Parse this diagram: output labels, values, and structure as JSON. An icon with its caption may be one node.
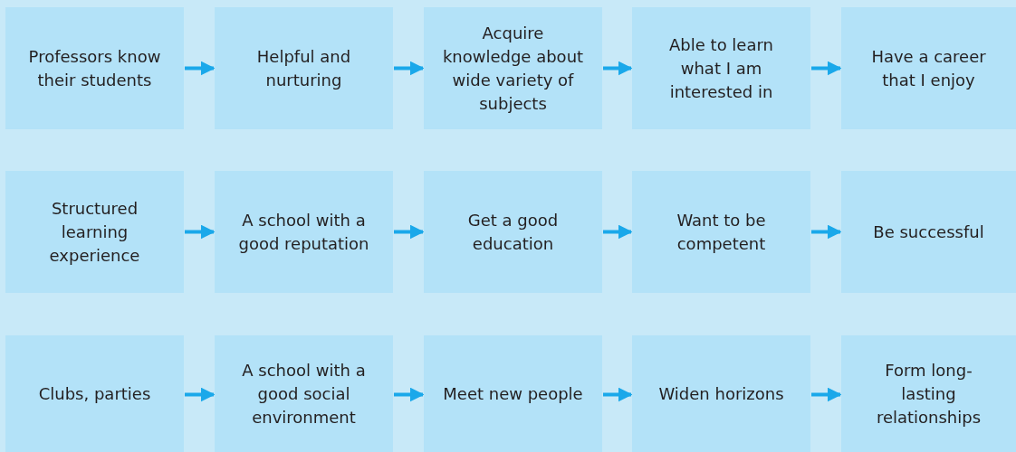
{
  "diagram": {
    "nodes": [
      {
        "text": [
          "Professors know their students"
        ]
      },
      {
        "text": [
          "Helpful and nurturing"
        ]
      },
      {
        "text": [
          "Acquire knowledge about wide variety of subjects"
        ]
      },
      {
        "text": [
          "Able to learn what I am interested in"
        ]
      },
      {
        "text": [
          "Have a career that I enjoy"
        ]
      },
      {
        "text": [
          "Structured learning experience"
        ]
      },
      {
        "text": [
          "A school with a good reputation"
        ]
      },
      {
        "text": [
          "Get a good education"
        ]
      },
      {
        "text": [
          "Want to be competent"
        ]
      },
      {
        "text": [
          "Be successful"
        ]
      },
      {
        "text": [
          "Clubs, parties"
        ]
      },
      {
        "text": [
          "A school with a good social environment"
        ]
      },
      {
        "text": [
          "Meet new people"
        ]
      },
      {
        "text": [
          "Widen horizons"
        ]
      },
      {
        "text": [
          "Form long-lasting relationships"
        ]
      }
    ],
    "edges": [
      {
        "from": 0,
        "to": 1,
        "arrow": "to"
      },
      {
        "from": 1,
        "to": 2,
        "arrow": "to"
      },
      {
        "from": 2,
        "to": 3,
        "arrow": "to"
      },
      {
        "from": 3,
        "to": 4,
        "arrow": "to"
      },
      {
        "from": 5,
        "to": 6,
        "arrow": "to"
      },
      {
        "from": 6,
        "to": 7,
        "arrow": "to"
      },
      {
        "from": 7,
        "to": 8,
        "arrow": "to"
      },
      {
        "from": 8,
        "to": 9,
        "arrow": "to"
      },
      {
        "from": 10,
        "to": 11,
        "arrow": "to"
      },
      {
        "from": 11,
        "to": 12,
        "arrow": "to"
      },
      {
        "from": 12,
        "to": 13,
        "arrow": "to"
      },
      {
        "from": 13,
        "to": 14,
        "arrow": "to"
      }
    ]
  }
}
